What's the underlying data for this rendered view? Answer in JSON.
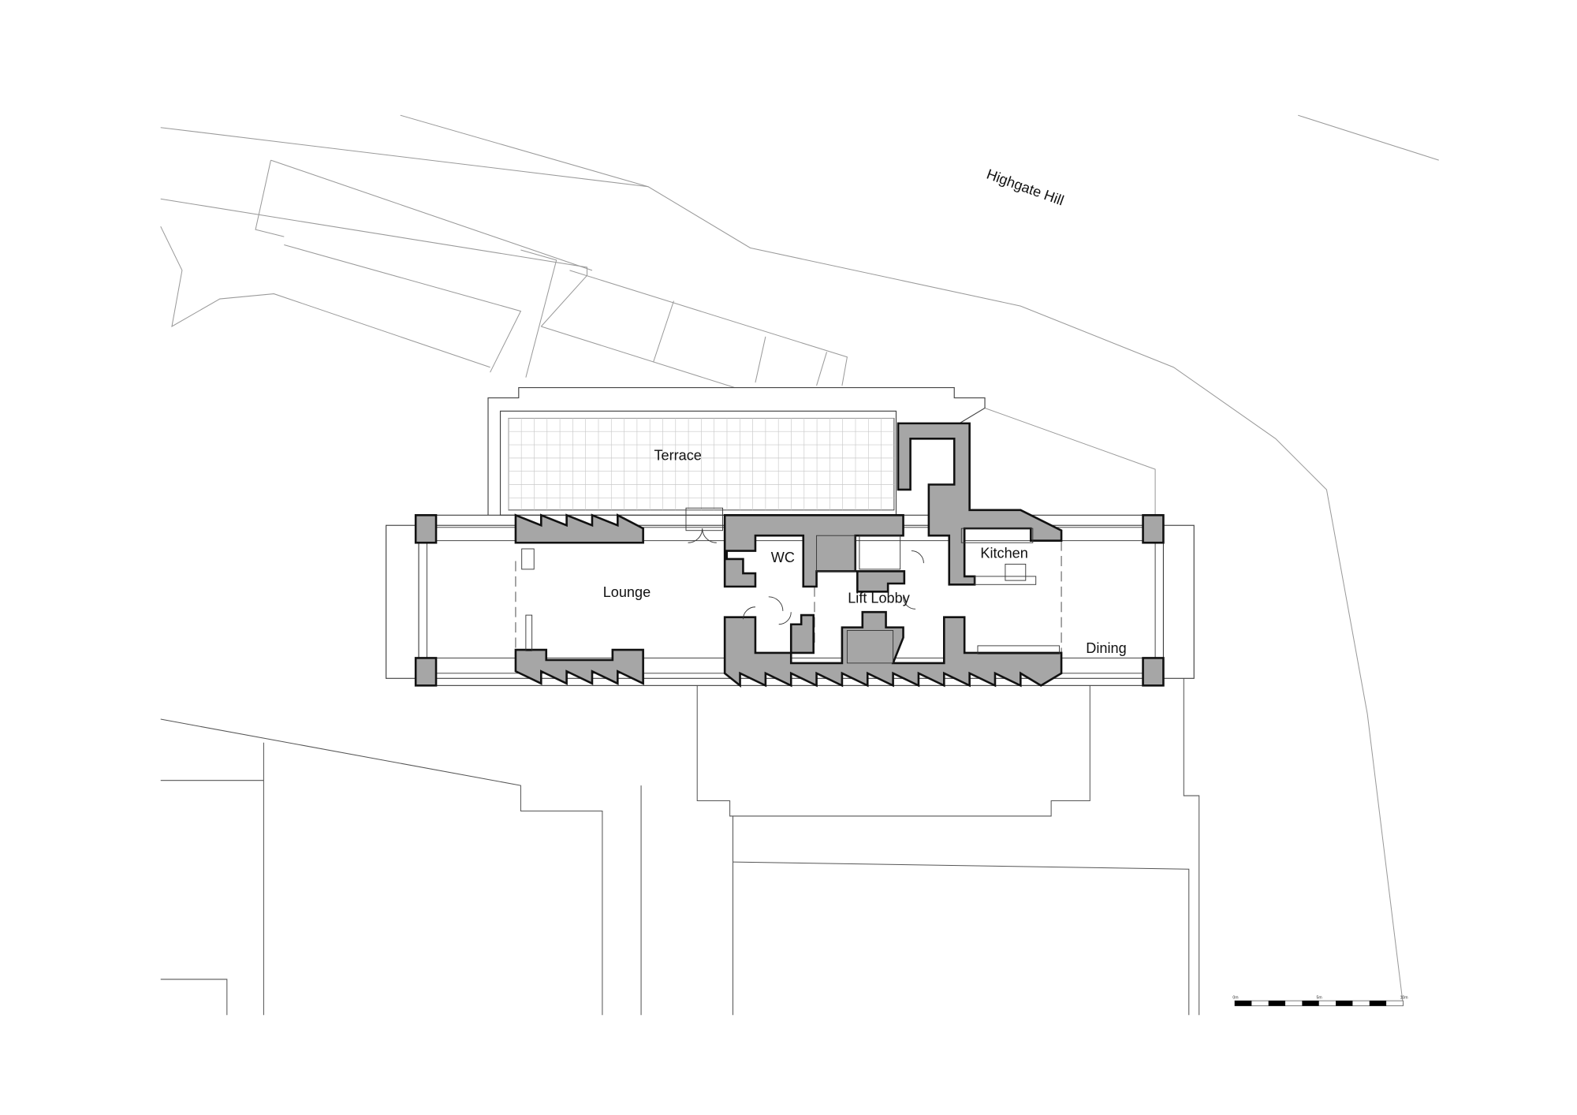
{
  "street_label": "Highgate Hill",
  "rooms": {
    "terrace": "Terrace",
    "lounge": "Lounge",
    "wc": "WC",
    "kitchen": "Kitchen",
    "lift_lobby": "Lift Lobby",
    "dining": "Dining"
  },
  "scale_bar": {
    "start": "0m",
    "mid": "5m",
    "end": "10m"
  },
  "colors": {
    "wall_fill": "#a6a6a6",
    "line": "#111111",
    "site_line": "#9a9a9a"
  }
}
